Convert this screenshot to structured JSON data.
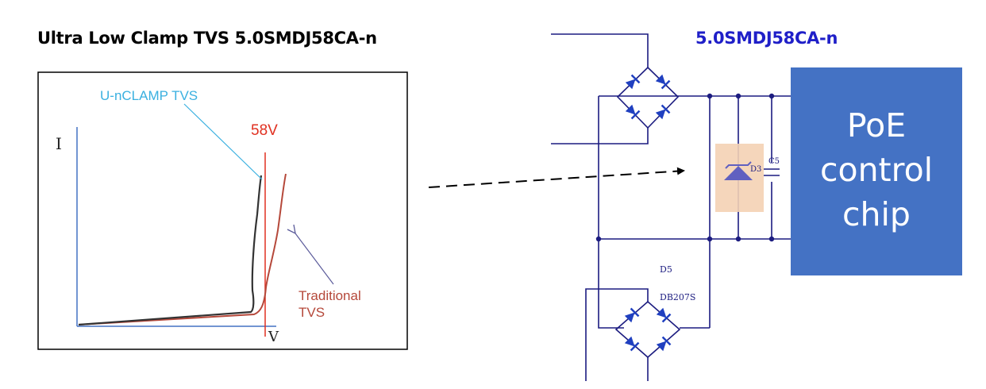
{
  "left_panel": {
    "title": "Ultra Low Clamp TVS 5.0SMDJ58CA-n",
    "graph": {
      "y_axis_label": "I",
      "x_axis_label": "V",
      "voltage_marker": "58V",
      "unclamp_label": "U-nCLAMP TVS",
      "traditional_label_line1": "Traditional",
      "traditional_label_line2": "TVS"
    }
  },
  "right_panel": {
    "title": "5.0SMDJ58CA-n",
    "tvs_designator": "D3",
    "cap_designator": "C5",
    "bridge_designator": "D5",
    "bridge_part": "DB207S",
    "chip_label_line1": "PoE",
    "chip_label_line2": "control",
    "chip_label_line3": "chip"
  },
  "colors": {
    "axis": "#4472c4",
    "unclamp_curve": "#333333",
    "traditional_curve": "#b5483a",
    "voltage_line": "#e03020",
    "unclamp_text": "#3ab0e0",
    "schematic_wire": "#1c1c80",
    "chip_fill": "#4472c4",
    "tvs_highlight": "#f4d2b4"
  }
}
